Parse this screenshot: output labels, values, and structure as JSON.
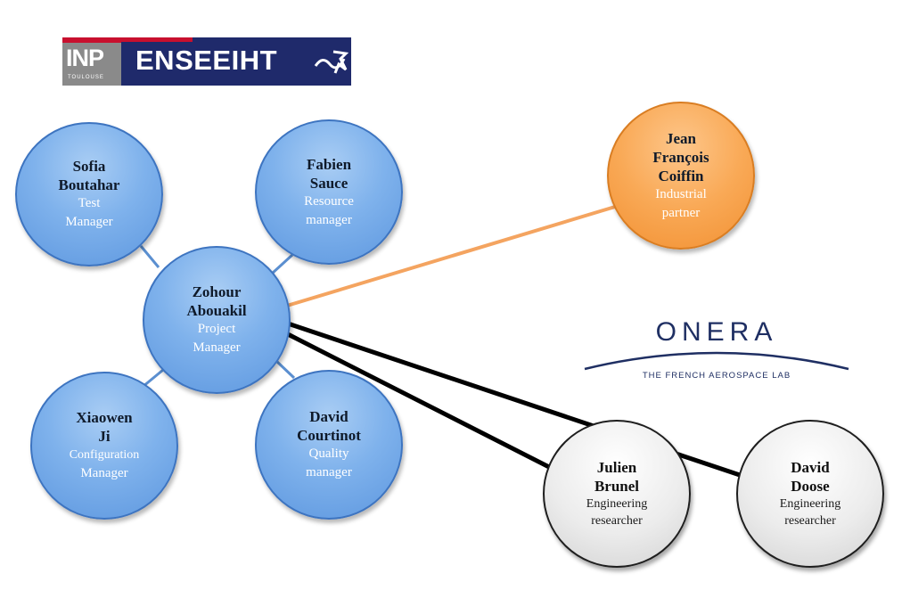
{
  "nodes": {
    "center": {
      "name_line1": "Zohour",
      "name_line2": "Abouakil",
      "role_line1": "Project",
      "role_line2": "Manager"
    },
    "test": {
      "name_line1": "Sofia",
      "name_line2": "Boutahar",
      "role_line1": "Test",
      "role_line2": "Manager"
    },
    "resource": {
      "name_line1": "Fabien",
      "name_line2": "Sauce",
      "role_line1": "Resource",
      "role_line2": "manager"
    },
    "config": {
      "name_line1": "Xiaowen",
      "name_line2": "Ji",
      "role_line1": "Configuration",
      "role_line2": "Manager"
    },
    "quality": {
      "name_line1": "David",
      "name_line2": "Courtinot",
      "role_line1": "Quality",
      "role_line2": "manager"
    },
    "industrial": {
      "name_line1": "Jean",
      "name_line2": "François",
      "name_line3": "Coiffin",
      "role_line1": "Industrial",
      "role_line2": "partner"
    },
    "julien": {
      "name_line1": "Julien",
      "name_line2": "Brunel",
      "role_line1": "Engineering",
      "role_line2": "researcher"
    },
    "doose": {
      "name_line1": "David",
      "name_line2": "Doose",
      "role_line1": "Engineering",
      "role_line2": "researcher"
    }
  },
  "logos": {
    "inp": "INP",
    "inp_sub": "TOULOUSE",
    "enseeiht": "ENSEEIHT",
    "onera": "ONERA",
    "onera_sub": "THE FRENCH AEROSPACE LAB"
  },
  "colors": {
    "team_node": "#7fb2ec",
    "partner_node": "#f9a956",
    "researcher_node": "#e6e6e6",
    "team_link": "#5b8fd0",
    "partner_link": "#f4a460",
    "researcher_link": "#000000"
  }
}
